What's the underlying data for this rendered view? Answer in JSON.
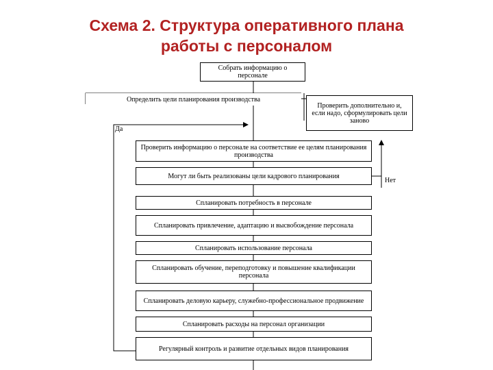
{
  "title": {
    "line1": "Схема 2. Структура оперативного плана",
    "line2": "работы с персоналом"
  },
  "diagram": {
    "collect_info": "Собрать информацию о персонале",
    "define_goals": "Определить цели планирования производства",
    "check_additional": "Проверить дополнительно и, если надо, сформулировать цели заново",
    "check_info": "Проверить информацию о персонале на соответствие ее целям планирования производства",
    "can_be_realized": "Могут ли быть реализованы цели кадрового планирования",
    "plan_need": "Спланировать потребность в персонале",
    "plan_attraction": "Спланировать привлечение, адаптацию и высвобождение персонала",
    "plan_usage": "Спланировать использование персонала",
    "plan_training": "Спланировать обучение, переподготовку и повышение квалификации персонала",
    "plan_career": "Спланировать деловую карьеру, служебно-профессиональное продвижение",
    "plan_costs": "Спланировать расходы на персонал организации",
    "regular_control": "Регулярный контроль и развитие отдельных видов планирования",
    "label_yes": "Да",
    "label_no": "Нет"
  }
}
